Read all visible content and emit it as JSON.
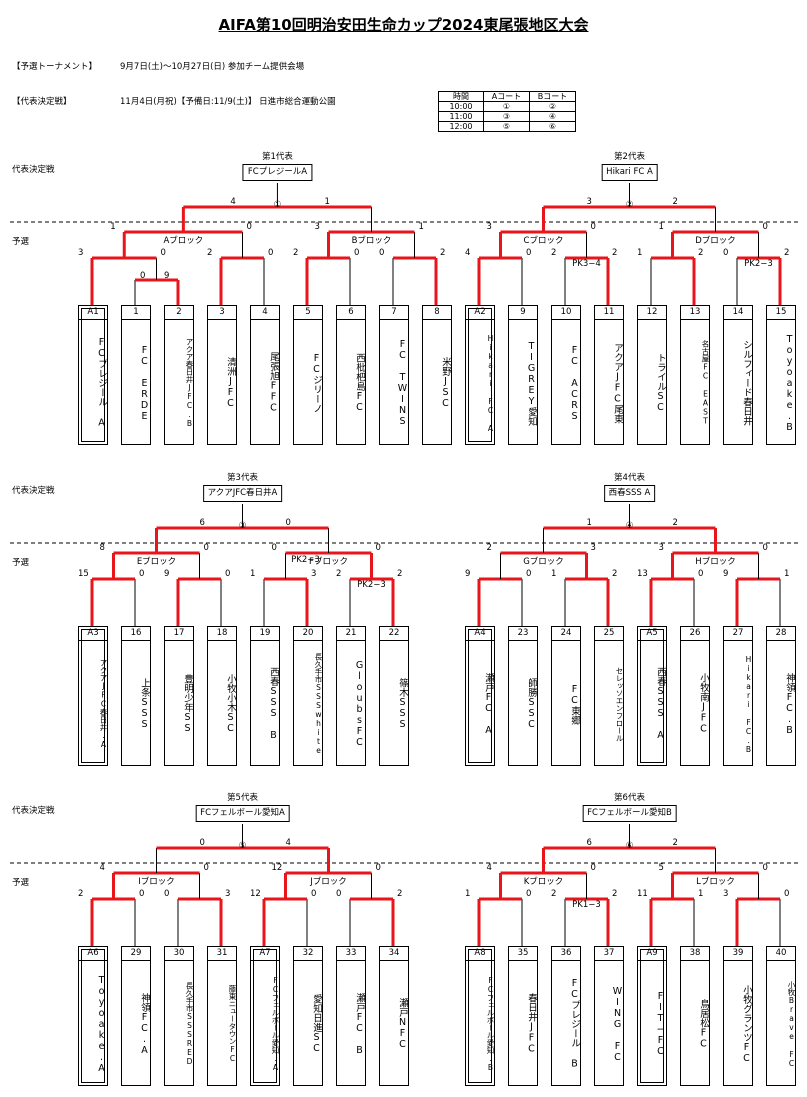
{
  "title": "AIFA第10回明治安田生命カップ2024東尾張地区大会",
  "info": {
    "prelim_label": "【予選トーナメント】",
    "prelim_text": "9月7日(土)〜10月27日(日) 参加チーム提供会場",
    "final_label": "【代表決定戦】",
    "final_text": "11月4日(月祝)【予備日:11/9(土)】 日進市総合運動公園"
  },
  "schedule": {
    "headers": [
      "時間",
      "Aコート",
      "Bコート"
    ],
    "rows": [
      [
        "10:00",
        "①",
        "②"
      ],
      [
        "11:00",
        "③",
        "④"
      ],
      [
        "12:00",
        "⑤",
        "⑥"
      ]
    ]
  },
  "labels": {
    "final": "代表決定戦",
    "prelim": "予選"
  },
  "sections": [
    {
      "winners": [
        {
          "title": "第1代表",
          "team": "FCプレジールA",
          "match": "①",
          "scores": [
            "4",
            "1"
          ]
        },
        {
          "title": "第2代表",
          "team": "Hikari FC A",
          "match": "②",
          "scores": [
            "3",
            "2"
          ]
        }
      ],
      "blocks": [
        {
          "name": "Aブロック",
          "scores": [
            "1",
            "0"
          ],
          "inner": [
            "3",
            "0",
            "2",
            "0"
          ],
          "sub": [
            "0",
            "9"
          ],
          "pk": ""
        },
        {
          "name": "Bブロック",
          "scores": [
            "3",
            "1"
          ],
          "inner": [
            "2",
            "0",
            "0",
            "2"
          ],
          "sub": [],
          "pk": ""
        },
        {
          "name": "Cブロック",
          "scores": [
            "3",
            "0"
          ],
          "inner": [
            "4",
            "0",
            "2",
            "2"
          ],
          "sub": [],
          "pk": "PK3−4"
        },
        {
          "name": "Dブロック",
          "scores": [
            "1",
            "0"
          ],
          "inner": [
            "1",
            "2",
            "0",
            "2"
          ],
          "sub": [],
          "pk": "PK2−3"
        }
      ],
      "teams": [
        {
          "num": "A1",
          "name": "FCプレジール A",
          "seed": true
        },
        {
          "num": "1",
          "name": "FC ERDE"
        },
        {
          "num": "2",
          "name": "アクア春日井JFC.B"
        },
        {
          "num": "3",
          "name": "清洲JFC"
        },
        {
          "num": "4",
          "name": "尾張旭FFC"
        },
        {
          "num": "5",
          "name": "FCジリーノ"
        },
        {
          "num": "6",
          "name": "西枇杷島FC"
        },
        {
          "num": "7",
          "name": "FC TWINS"
        },
        {
          "num": "8",
          "name": "米野JSC"
        },
        {
          "num": "A2",
          "name": "Hikari FC A",
          "seed": true
        },
        {
          "num": "9",
          "name": "TIGREY愛知"
        },
        {
          "num": "10",
          "name": "FC ACRS"
        },
        {
          "num": "11",
          "name": "アクアJFC尾東"
        },
        {
          "num": "12",
          "name": "トライルSC"
        },
        {
          "num": "13",
          "name": "名古屋FC EAST"
        },
        {
          "num": "14",
          "name": "シルフィード春日井"
        },
        {
          "num": "15",
          "name": "Toyoake.B"
        }
      ]
    },
    {
      "winners": [
        {
          "title": "第3代表",
          "team": "アクアJFC春日井A",
          "match": "③",
          "scores": [
            "6",
            "0"
          ]
        },
        {
          "title": "第4代表",
          "team": "西春SSS A",
          "match": "④",
          "scores": [
            "1",
            "2"
          ]
        }
      ],
      "blocks": [
        {
          "name": "Eブロック",
          "scores": [
            "8",
            "0"
          ],
          "inner": [
            "15",
            "0",
            "9",
            "0"
          ],
          "sub": [],
          "pk": ""
        },
        {
          "name": "Fブロック",
          "scores": [
            "0",
            "0"
          ],
          "inner": [
            "1",
            "3",
            "2",
            "2"
          ],
          "sub": [],
          "pk": "PK2−3",
          "pk2": "PK2−3"
        },
        {
          "name": "Gブロック",
          "scores": [
            "2",
            "3"
          ],
          "inner": [
            "9",
            "0",
            "1",
            "2"
          ],
          "sub": [],
          "pk": ""
        },
        {
          "name": "Hブロック",
          "scores": [
            "3",
            "0"
          ],
          "inner": [
            "13",
            "0",
            "9",
            "1"
          ],
          "sub": [],
          "pk": ""
        }
      ],
      "teams": [
        {
          "num": "A3",
          "name": "アクアJFC春日井.A",
          "seed": true
        },
        {
          "num": "16",
          "name": "上条SSS"
        },
        {
          "num": "17",
          "name": "豊明少年SS"
        },
        {
          "num": "18",
          "name": "小牧小木SC"
        },
        {
          "num": "19",
          "name": "西春SSS B"
        },
        {
          "num": "20",
          "name": "長久手市SSSwhite"
        },
        {
          "num": "21",
          "name": "GloubsFC"
        },
        {
          "num": "22",
          "name": "篠木SSS"
        },
        {
          "num": "A4",
          "name": "瀬戸FC A",
          "seed": true
        },
        {
          "num": "23",
          "name": "師勝SSC"
        },
        {
          "num": "24",
          "name": "FC東郷"
        },
        {
          "num": "25",
          "name": "セレッソエンフロール"
        },
        {
          "num": "A5",
          "name": "西春SSS A",
          "seed": true
        },
        {
          "num": "26",
          "name": "小牧南JFC"
        },
        {
          "num": "27",
          "name": "Hikari FC.B"
        },
        {
          "num": "28",
          "name": "神領FC.B"
        }
      ]
    },
    {
      "winners": [
        {
          "title": "第5代表",
          "team": "FCフェルボール愛知A",
          "match": "⑤",
          "scores": [
            "0",
            "4"
          ]
        },
        {
          "title": "第6代表",
          "team": "FCフェルボール愛知B",
          "match": "⑥",
          "scores": [
            "6",
            "2"
          ]
        }
      ],
      "blocks": [
        {
          "name": "Iブロック",
          "scores": [
            "4",
            "0"
          ],
          "inner": [
            "2",
            "0",
            "0",
            "3"
          ],
          "sub": [],
          "pk": ""
        },
        {
          "name": "Jブロック",
          "scores": [
            "12",
            "0"
          ],
          "inner": [
            "12",
            "0",
            "0",
            "2"
          ],
          "sub": [],
          "pk": ""
        },
        {
          "name": "Kブロック",
          "scores": [
            "4",
            "0"
          ],
          "inner": [
            "1",
            "0",
            "2",
            "2"
          ],
          "sub": [],
          "pk": "PK1−3"
        },
        {
          "name": "Lブロック",
          "scores": [
            "5",
            "0"
          ],
          "inner": [
            "11",
            "1",
            "3",
            "0"
          ],
          "sub": [],
          "pk": ""
        }
      ],
      "teams": [
        {
          "num": "A6",
          "name": "Toyoake.A",
          "seed": true
        },
        {
          "num": "29",
          "name": "神領FC.A"
        },
        {
          "num": "30",
          "name": "長久手市SSSRED"
        },
        {
          "num": "31",
          "name": "藤東ニュータウンFC"
        },
        {
          "num": "A7",
          "name": "FCフェルボール愛知.A",
          "seed": true
        },
        {
          "num": "32",
          "name": "愛知日進SC"
        },
        {
          "num": "33",
          "name": "瀬戸FC B"
        },
        {
          "num": "34",
          "name": "瀬戸NFC"
        },
        {
          "num": "A8",
          "name": "FCフェルボール愛知.B",
          "seed": true
        },
        {
          "num": "35",
          "name": "春日井JFC"
        },
        {
          "num": "36",
          "name": "FCプレジール B"
        },
        {
          "num": "37",
          "name": "WING FC"
        },
        {
          "num": "A9",
          "name": "FIT−FC",
          "seed": true
        },
        {
          "num": "38",
          "name": "鳥居松FC"
        },
        {
          "num": "39",
          "name": "小牧グランツFC"
        },
        {
          "num": "40",
          "name": "小牧Brave FC"
        }
      ]
    }
  ]
}
